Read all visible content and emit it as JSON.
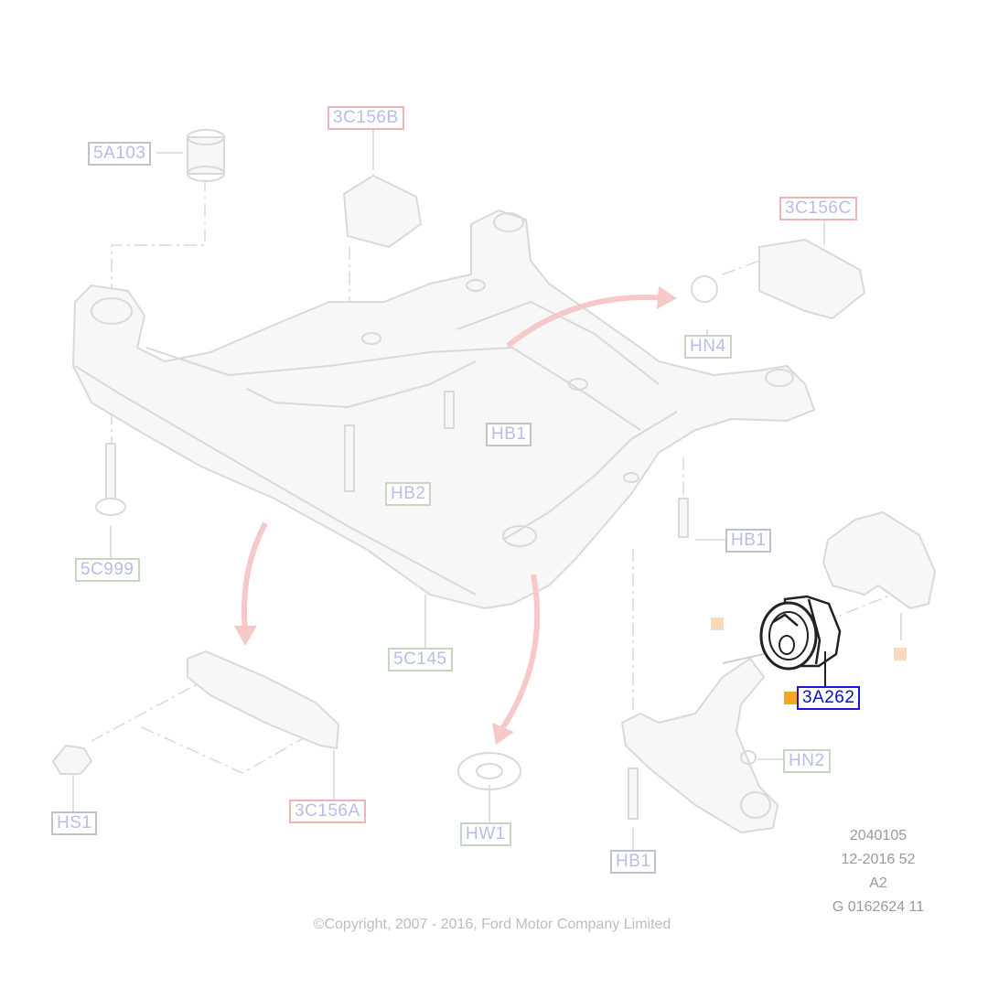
{
  "callouts": {
    "5A103": "5A103",
    "3C156B": "3C156B",
    "3C156C": "3C156C",
    "HN4": "HN4",
    "HB1_upper": "HB1",
    "HB2": "HB2",
    "HB1_right": "HB1",
    "5C999": "5C999",
    "5C145": "5C145",
    "3A262": "3A262",
    "HN2": "HN2",
    "HS1": "HS1",
    "3C156A": "3C156A",
    "HW1": "HW1",
    "HB1_bottom": "HB1"
  },
  "info": {
    "line1": "2040105",
    "line2": "12-2016 52",
    "line3": "A2",
    "line4": "G 0162624 11"
  },
  "copyright": "©Copyright, 2007 - 2016, Ford Motor Company Limited",
  "colors": {
    "active_callout": "#1616d6",
    "marker": "#f5a623",
    "marker_faded": "#fbd9bd",
    "arrow": "#f6c8c8"
  }
}
